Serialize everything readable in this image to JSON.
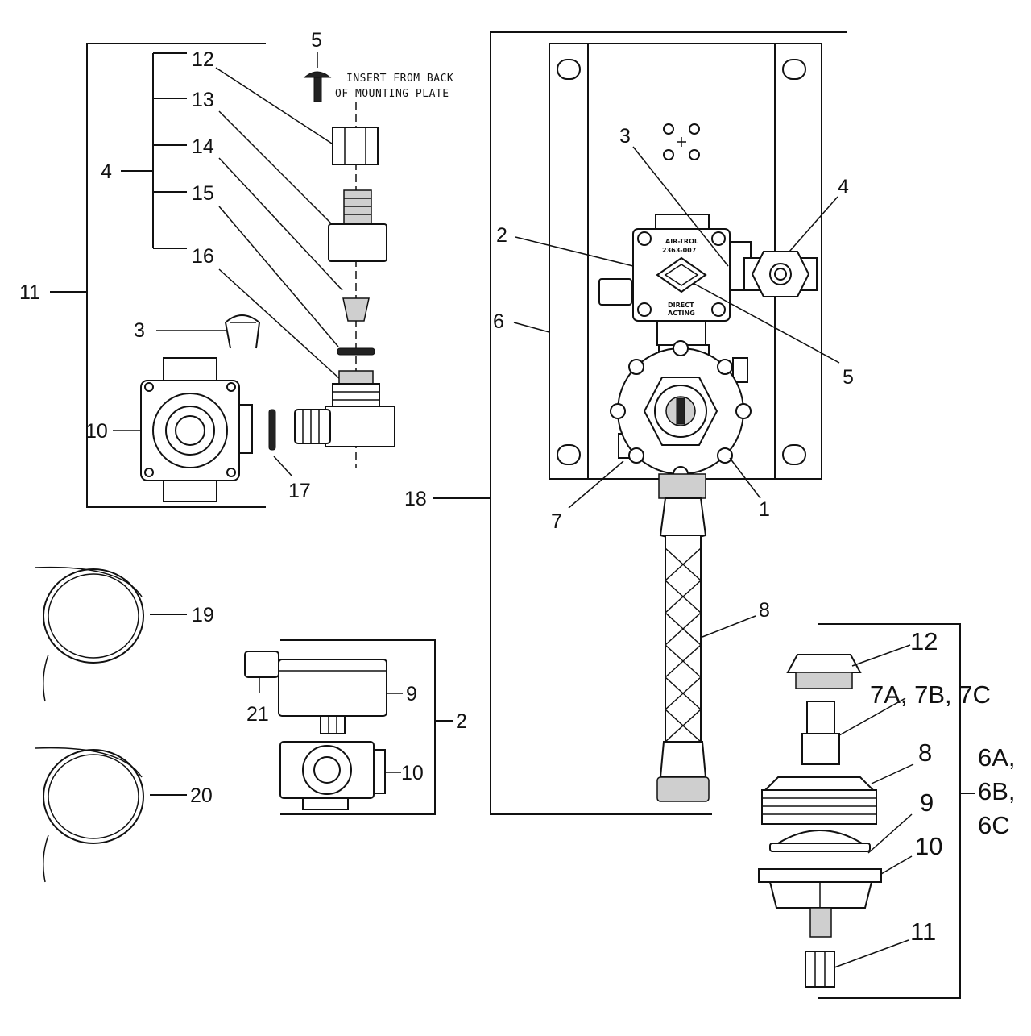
{
  "note": {
    "line1": "INSERT FROM BACK",
    "line2": "OF MOUNTING PLATE"
  },
  "plate_text": {
    "brand": "AIR-TROL",
    "model": "2363-007",
    "direct": "DIRECT",
    "acting": "ACTING"
  },
  "labels": {
    "l5_top": "5",
    "l12": "12",
    "l13": "13",
    "l14": "14",
    "l15": "15",
    "l16": "16",
    "l4_left": "4",
    "l11_left": "11",
    "l3_left": "3",
    "l10_left": "10",
    "l17": "17",
    "l3_right": "3",
    "l2_right": "2",
    "l4_right": "4",
    "l6": "6",
    "l5_right": "5",
    "l18": "18",
    "l7": "7",
    "l1": "1",
    "l8_hose": "8",
    "l19": "19",
    "l20": "20",
    "l9_small": "9",
    "l21": "21",
    "l2_small": "2",
    "l10_small": "10",
    "l12_br": "12",
    "l7abc": "7A, 7B, 7C",
    "l8_br": "8",
    "l9_br": "9",
    "l10_br": "10",
    "l11_br": "11",
    "l6a": "6A,",
    "l6b": "6B,",
    "l6c": "6C"
  }
}
